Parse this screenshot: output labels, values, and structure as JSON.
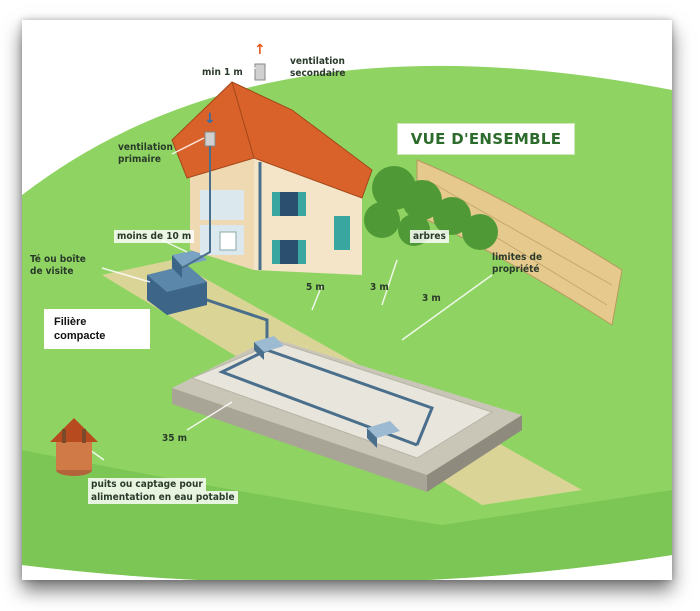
{
  "title": "VUE D'ENSEMBLE",
  "labels": {
    "min_1m": "min 1 m",
    "ventilation_secondaire_1": "ventilation",
    "ventilation_secondaire_2": "secondaire",
    "ventilation_primaire_1": "ventilation",
    "ventilation_primaire_2": "primaire",
    "moins_de_10m": "moins de 10 m",
    "te_1": "Té ou boîte",
    "te_2": "de visite",
    "filiere_1": "Filière",
    "filiere_2": "compacte",
    "arbres": "arbres",
    "limites_1": "limites de",
    "limites_2": "propriété",
    "dist_5m": "5 m",
    "dist_3m_a": "3 m",
    "dist_3m_b": "3 m",
    "dist_35m": "35 m",
    "puits_1": "puits ou captage pour",
    "puits_2": "alimentation en eau potable"
  },
  "colors": {
    "lawn": "#8fd463",
    "lawn_dark": "#6fb84a",
    "roof": "#d9622a",
    "wall": "#f4e4c8",
    "shutter": "#3aa6a0",
    "gravel": "#e8e6dc",
    "pipe": "#4a6f8c",
    "title_text": "#2c6b2c",
    "stone_wall": "#e6c98c"
  }
}
